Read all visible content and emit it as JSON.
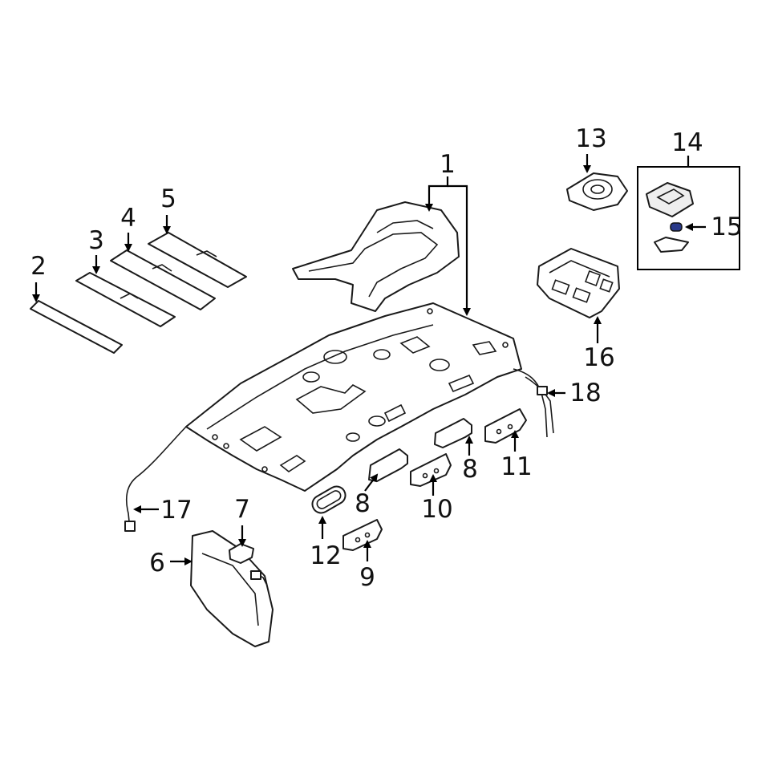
{
  "callouts": {
    "c1": "1",
    "c2": "2",
    "c3": "3",
    "c4": "4",
    "c5": "5",
    "c6": "6",
    "c7": "7",
    "c8a": "8",
    "c8b": "8",
    "c9": "9",
    "c10": "10",
    "c11": "11",
    "c12": "12",
    "c13": "13",
    "c14": "14",
    "c15": "15",
    "c16": "16",
    "c17": "17",
    "c18": "18"
  },
  "icons": {
    "headliner": "headliner-panel-icon",
    "overhead_console": "overhead-console-icon",
    "sun_visor": "sun-visor-icon",
    "grab_handle": "grab-handle-icon",
    "bracket": "mounting-bracket-icon",
    "dome_lamp": "dome-lamp-icon",
    "bulb": "bulb-icon"
  },
  "colors": {
    "line": "#1a1a1a",
    "bulb_accent": "#2a3a8a"
  }
}
